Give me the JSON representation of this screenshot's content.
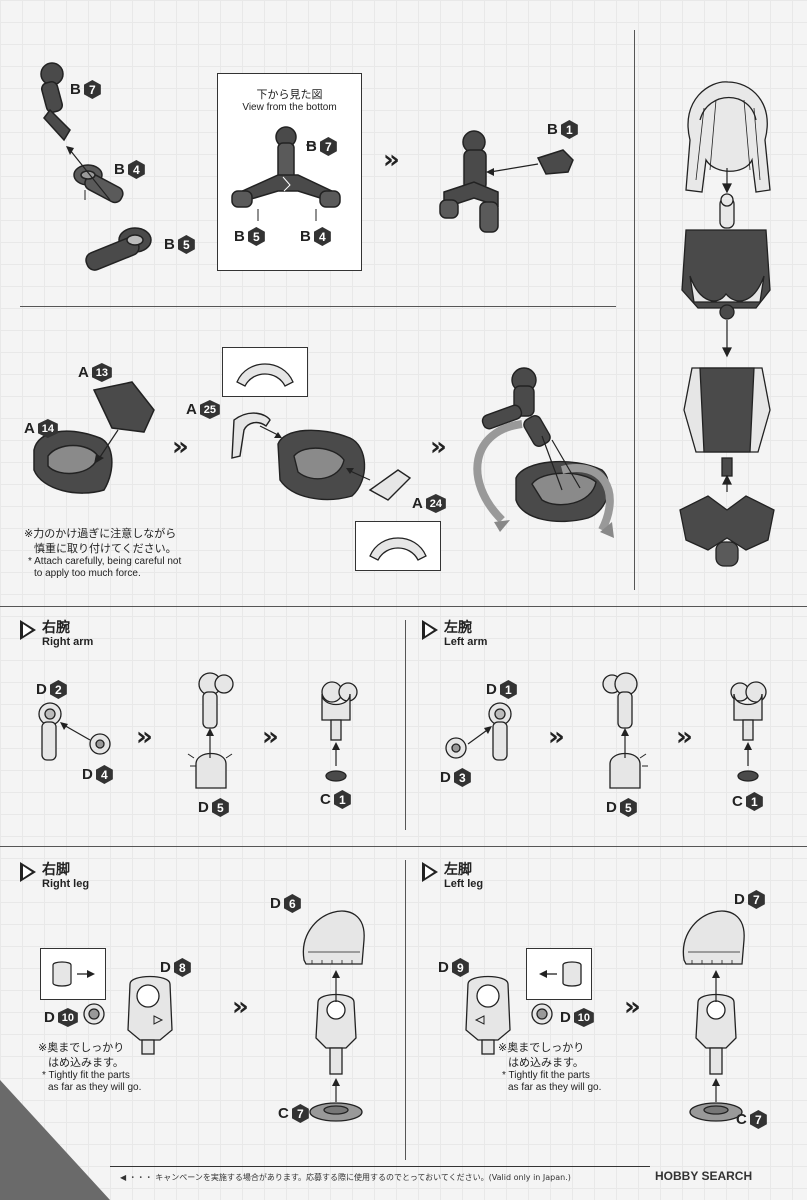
{
  "section1": {
    "left_labels": [
      {
        "letter": "B",
        "num": "7"
      },
      {
        "letter": "B",
        "num": "4"
      },
      {
        "letter": "B",
        "num": "5"
      }
    ],
    "bottom_view": {
      "title_jp": "下から見た図",
      "title_en": "View from the bottom",
      "labels": [
        {
          "letter": "B",
          "num": "7"
        },
        {
          "letter": "B",
          "num": "5"
        },
        {
          "letter": "B",
          "num": "4"
        }
      ]
    },
    "right_label": {
      "letter": "B",
      "num": "1"
    }
  },
  "section2": {
    "labels": [
      {
        "letter": "A",
        "num": "13"
      },
      {
        "letter": "A",
        "num": "14"
      },
      {
        "letter": "A",
        "num": "25"
      },
      {
        "letter": "A",
        "num": "24"
      }
    ],
    "note_jp_1": "※力のかけ過ぎに注意しながら",
    "note_jp_2": "慎重に取り付けてください。",
    "note_en_1": "* Attach carefully, being careful not",
    "note_en_2": "to apply too much force."
  },
  "right_arm": {
    "title_jp": "右腕",
    "title_en": "Right arm",
    "labels": [
      {
        "letter": "D",
        "num": "2"
      },
      {
        "letter": "D",
        "num": "4"
      },
      {
        "letter": "D",
        "num": "5"
      },
      {
        "letter": "C",
        "num": "1"
      }
    ]
  },
  "left_arm": {
    "title_jp": "左腕",
    "title_en": "Left arm",
    "labels": [
      {
        "letter": "D",
        "num": "1"
      },
      {
        "letter": "D",
        "num": "3"
      },
      {
        "letter": "D",
        "num": "5"
      },
      {
        "letter": "C",
        "num": "1"
      }
    ]
  },
  "right_leg": {
    "title_jp": "右脚",
    "title_en": "Right leg",
    "labels": [
      {
        "letter": "D",
        "num": "8"
      },
      {
        "letter": "D",
        "num": "10"
      },
      {
        "letter": "D",
        "num": "6"
      },
      {
        "letter": "C",
        "num": "7"
      }
    ],
    "note_jp_1": "※奥までしっかり",
    "note_jp_2": "はめ込みます。",
    "note_en_1": "* Tightly fit the parts",
    "note_en_2": "as far as they will go."
  },
  "left_leg": {
    "title_jp": "左脚",
    "title_en": "Left leg",
    "labels": [
      {
        "letter": "D",
        "num": "9"
      },
      {
        "letter": "D",
        "num": "10"
      },
      {
        "letter": "D",
        "num": "7"
      },
      {
        "letter": "C",
        "num": "7"
      }
    ],
    "note_jp_1": "※奥までしっかり",
    "note_jp_2": "はめ込みます。",
    "note_en_1": "* Tightly fit the parts",
    "note_en_2": "as far as they will go."
  },
  "footer": {
    "text": "◀ ・・・ キャンペーンを実施する場合があります。応募する際に使用するのでとっておいてください。(Valid only in Japan.)",
    "brand": "HOBBY SEARCH"
  },
  "colors": {
    "ink": "#222222",
    "part_dark": "#4a4a4a",
    "part_mid": "#8a8a8a",
    "part_light": "#e6e6e6"
  }
}
